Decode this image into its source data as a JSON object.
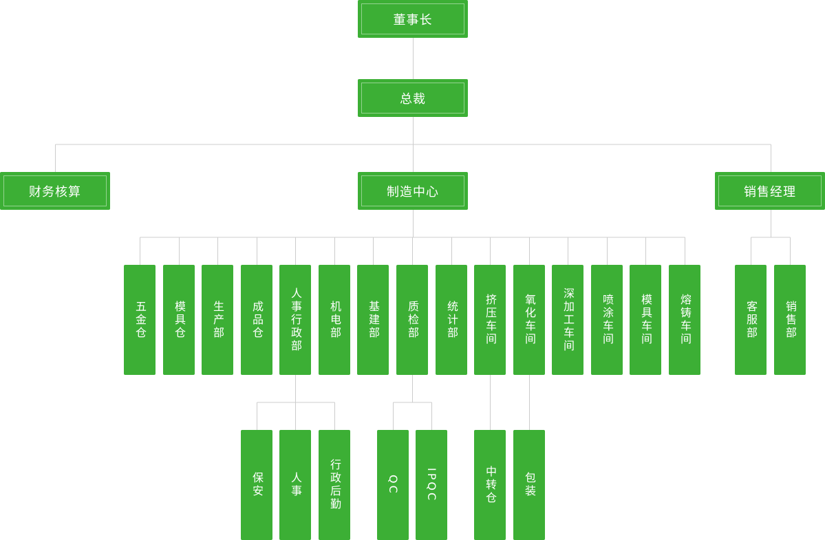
{
  "colors": {
    "node": "#3caf35",
    "node_text": "#ffffff",
    "line": "#cccccc"
  },
  "org": {
    "chairman": "董事长",
    "president": "总裁",
    "finance": "财务核算",
    "manufacturing": "制造中心",
    "sales_manager": "销售经理",
    "mfg_departments": [
      "五金仓",
      "模具仓",
      "生产部",
      "成品仓",
      "人事行政部",
      "机电部",
      "基建部",
      "质检部",
      "统计部",
      "挤压车间",
      "氧化车间",
      "深加工车间",
      "喷涂车间",
      "模具车间",
      "熔铸车间"
    ],
    "sales_departments": [
      "客服部",
      "销售部"
    ],
    "hr_sub": [
      "保安",
      "人事",
      "行政后勤"
    ],
    "qc_sub": [
      "QC",
      "IPQC"
    ],
    "extrusion_sub": [
      "中转仓"
    ],
    "oxidation_sub": [
      "包装"
    ]
  }
}
